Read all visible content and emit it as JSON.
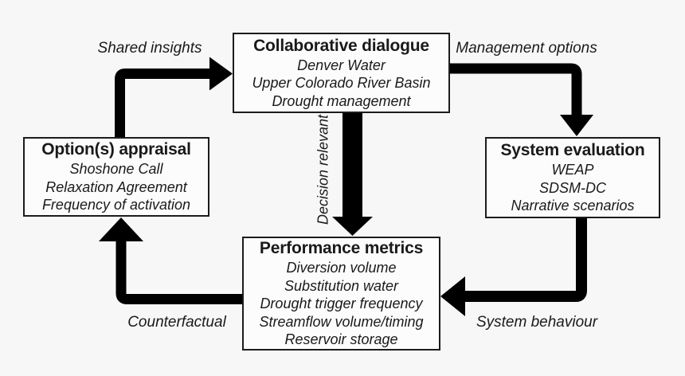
{
  "diagram": {
    "boxes": [
      {
        "id": "collaborative-dialogue",
        "title": "Collaborative dialogue",
        "items": [
          "Denver Water",
          "Upper Colorado River Basin",
          "Drought management"
        ]
      },
      {
        "id": "system-evaluation",
        "title": "System evaluation",
        "items": [
          "WEAP",
          "SDSM-DC",
          "Narrative scenarios"
        ]
      },
      {
        "id": "performance-metrics",
        "title": "Performance metrics",
        "items": [
          "Diversion volume",
          "Substitution water",
          "Drought trigger frequency",
          "Streamflow volume/timing",
          "Reservoir storage"
        ]
      },
      {
        "id": "options-appraisal",
        "title": "Option(s) appraisal",
        "items": [
          "Shoshone Call",
          "Relaxation Agreement",
          "Frequency of activation"
        ]
      }
    ],
    "arrows": [
      {
        "id": "shared-insights",
        "label": "Shared insights"
      },
      {
        "id": "management-options",
        "label": "Management options"
      },
      {
        "id": "decision-relevant",
        "label": "Decision relevant"
      },
      {
        "id": "system-behaviour",
        "label": "System behaviour"
      },
      {
        "id": "counterfactual",
        "label": "Counterfactual"
      }
    ],
    "colors": {
      "background": "#f7f7f7",
      "box_fill": "#fcfcfc",
      "box_border": "#1c1c1c",
      "arrow": "#000000",
      "text": "#1a1a1a"
    }
  }
}
